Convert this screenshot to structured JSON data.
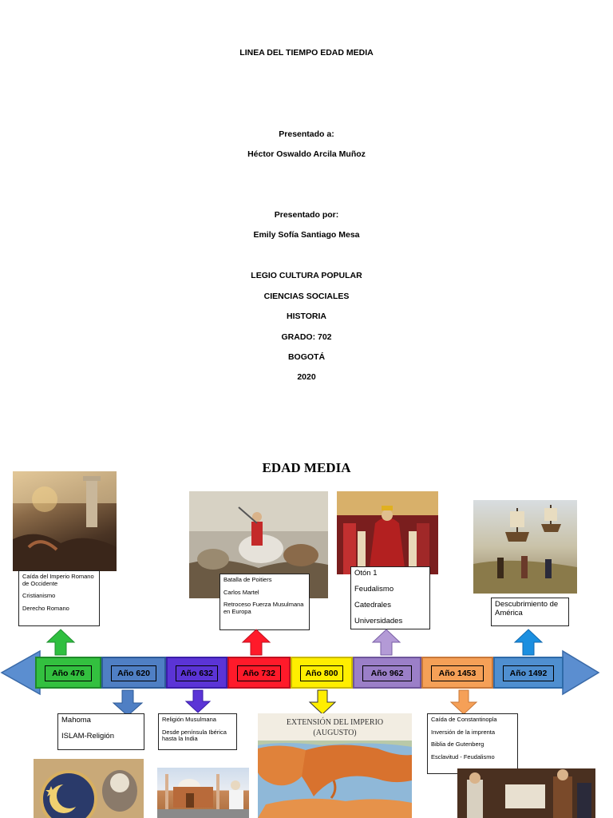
{
  "cover": {
    "title": "LINEA DEL TIEMPO EDAD MEDIA",
    "presented_to_label": "Presentado a:",
    "presented_to_name": "Héctor Oswaldo Arcila Muñoz",
    "presented_by_label": "Presentado por:",
    "presented_by_name": "Emily Sofía Santiago Mesa",
    "school": "LEGIO CULTURA POPULAR",
    "subject": "CIENCIAS SOCIALES",
    "course": "HISTORIA",
    "grade": "GRADO: 702",
    "city": "BOGOTÁ",
    "year": "2020"
  },
  "timeline": {
    "title": "EDAD MEDIA",
    "years": [
      {
        "label": "Año 476",
        "color": "#3cb043"
      },
      {
        "label": "Año 620",
        "color": "#4f7fc4"
      },
      {
        "label": "Año 632",
        "color": "#5b34d6"
      },
      {
        "label": "Año 732",
        "color": "#ff1a2a"
      },
      {
        "label": "Año 800",
        "color": "#ffee00"
      },
      {
        "label": "Año 962",
        "color": "#9b7fc8"
      },
      {
        "label": "Año 1453",
        "color": "#f5a057"
      },
      {
        "label": "Año 1492",
        "color": "#4f8fd0"
      }
    ],
    "notes": {
      "n476": [
        "Caída del Imperio Romano de Occidente",
        "Cristianismo",
        "Derecho Romano"
      ],
      "n620": [
        "Mahoma",
        "ISLAM-Religión"
      ],
      "n632": [
        "Religión Musulmana",
        "Desde península Ibérica hasta la India"
      ],
      "n732": [
        "Batalla de Poitiers",
        "Carlos Martel",
        "Retroceso Fuerza Musulmana en Europa"
      ],
      "n962": [
        "Otón 1",
        "Feudalismo",
        "Catedrales",
        "Universidades"
      ],
      "n1453": [
        "Caída de Constantinopla",
        "Inversión de la imprenta",
        "Biblia de Gutenberg",
        "Esclavitud - Feudalismo"
      ],
      "n1492": [
        "Descubrimiento de América"
      ]
    },
    "map_title_1": "EXTENSIÓN DEL IMPERIO",
    "map_title_2": "(AUGUSTO)"
  }
}
